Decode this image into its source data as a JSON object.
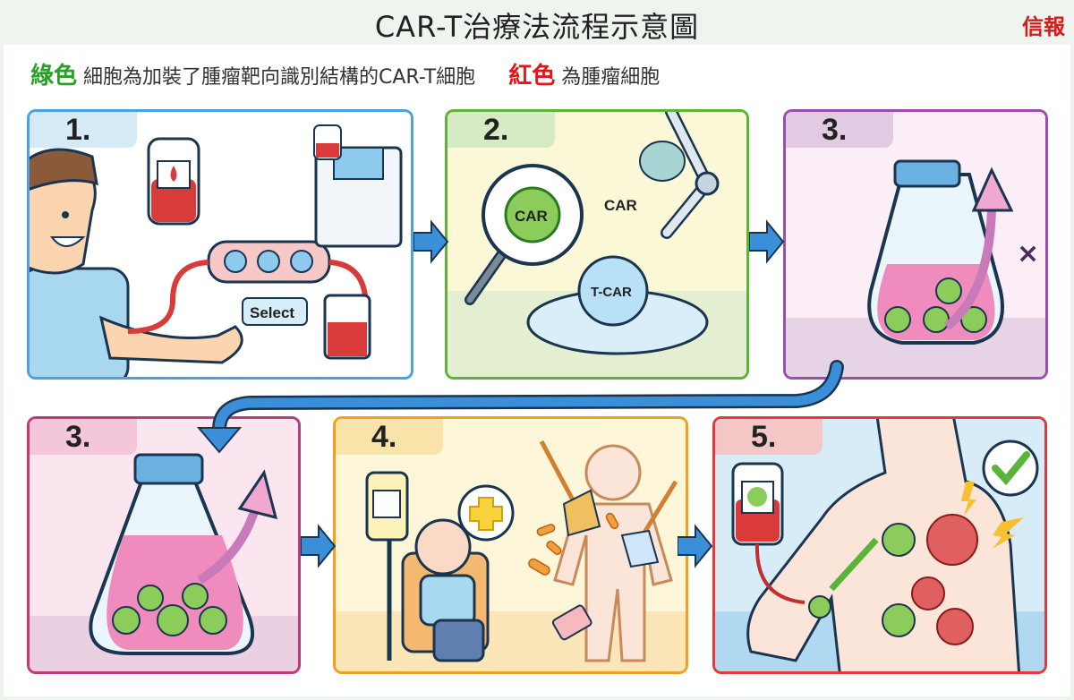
{
  "header": {
    "title": "CAR-T治療法流程示意圖",
    "brand": "信報"
  },
  "legend": {
    "green_term": "綠色",
    "green_desc": "細胞為加裝了腫瘤靶向識別結構的CAR-T細胞",
    "red_term": "紅色",
    "red_desc": "為腫瘤細胞"
  },
  "colors": {
    "green": "#2aa02a",
    "red": "#e01818",
    "arrow_blue": "#3a8fd8",
    "panel1_border": "#4aa3df",
    "panel2_border": "#5bb33a",
    "panel3_border": "#9a4fb0",
    "panel3b_border": "#c0397a",
    "panel4_border": "#f0a020",
    "panel5_border": "#e0393e"
  },
  "panels": [
    {
      "step": "1.",
      "caption_select": "Select"
    },
    {
      "step": "2.",
      "label_car_magnifier": "CAR",
      "label_car": "CAR",
      "label_tcar": "T-CAR"
    },
    {
      "step": "3."
    },
    {
      "step": "3."
    },
    {
      "step": "4."
    },
    {
      "step": "5."
    }
  ]
}
